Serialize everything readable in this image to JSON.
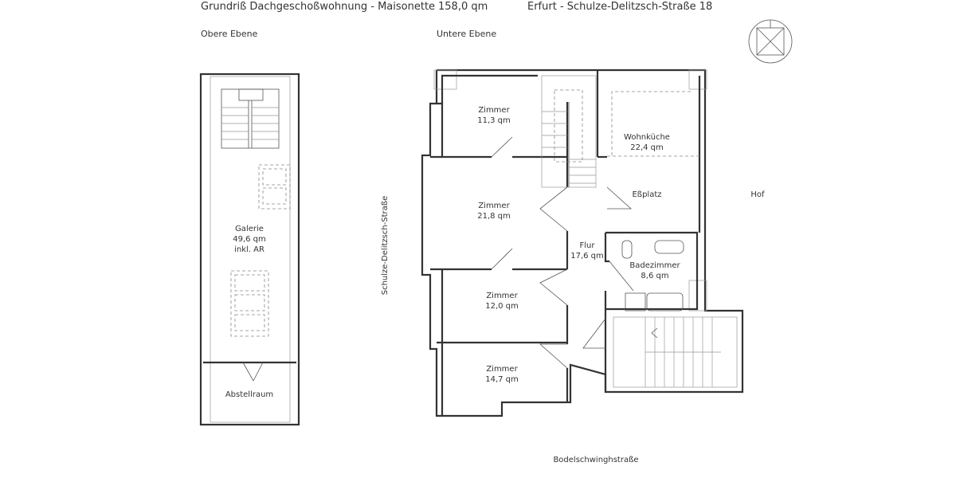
{
  "header": {
    "title": "Grundriß Dachgeschoßwohnung - Maisonette",
    "area": "158,0 qm",
    "address": "Erfurt - Schulze-Delitzsch-Straße 18"
  },
  "levels": {
    "upper": "Obere Ebene",
    "lower": "Untere Ebene"
  },
  "upper_rooms": {
    "galerie": {
      "name": "Galerie",
      "area": "49,6 qm",
      "note": "inkl. AR"
    },
    "abstellraum": {
      "name": "Abstellraum"
    }
  },
  "lower_rooms": {
    "zimmer1": {
      "name": "Zimmer",
      "area": "11,3 qm"
    },
    "zimmer2": {
      "name": "Zimmer",
      "area": "21,8 qm"
    },
    "zimmer3": {
      "name": "Zimmer",
      "area": "12,0 qm"
    },
    "zimmer4": {
      "name": "Zimmer",
      "area": "14,7 qm"
    },
    "wohnkueche": {
      "name": "Wohnküche",
      "area": "22,4 qm"
    },
    "essplatz": {
      "name": "Eßplatz"
    },
    "flur": {
      "name": "Flur",
      "area": "17,6 qm"
    },
    "bad": {
      "name": "Badezimmer",
      "area": "8,6 qm"
    }
  },
  "surroundings": {
    "street_west": "Schulze-Delitzsch-Straße",
    "street_south": "Bodelschwinghstraße",
    "east": "Hof"
  },
  "icons": {
    "compass": "north-arrow-icon"
  }
}
